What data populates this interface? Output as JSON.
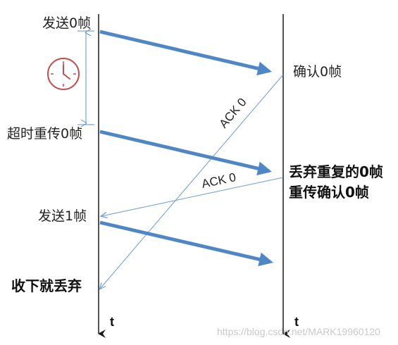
{
  "left_events": {
    "send_frame0": "发送0帧",
    "timeout_resend": "超时重传0帧",
    "send_frame1": "发送1帧",
    "receive_discard": "收下就丢弃"
  },
  "right_events": {
    "confirm_frame0": "确认0帧",
    "discard_duplicate": "丢弃重复的0帧",
    "resend_confirm": "重传确认0帧"
  },
  "acks": {
    "first": "ACK 0",
    "second": "ACK 0"
  },
  "time_axis": {
    "left": "t",
    "right": "t"
  },
  "watermark": "https://blog.csdn.net/MARK19960120",
  "colors": {
    "frame_arrow": "#4f87c6",
    "ack_line": "#6a9ad3",
    "timeline": "#1a1a1a",
    "clock": "#c0504d",
    "timer_bracket": "#5b8fce"
  },
  "icons": {
    "timer": "clock-icon"
  }
}
